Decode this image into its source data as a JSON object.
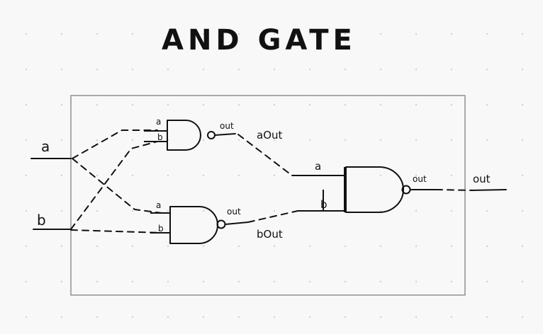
{
  "title": "AND GATE",
  "inputs": {
    "a": "a",
    "b": "b"
  },
  "nand_top": {
    "in_a": "a",
    "in_b": "b",
    "out": "out"
  },
  "nand_bottom": {
    "in_a": "a",
    "in_b": "b",
    "out": "out"
  },
  "nand_final": {
    "in_a": "a",
    "in_b": "b",
    "out": "out"
  },
  "wires": {
    "a_out": "aOut",
    "b_out": "bOut"
  },
  "output": {
    "label": "out"
  }
}
